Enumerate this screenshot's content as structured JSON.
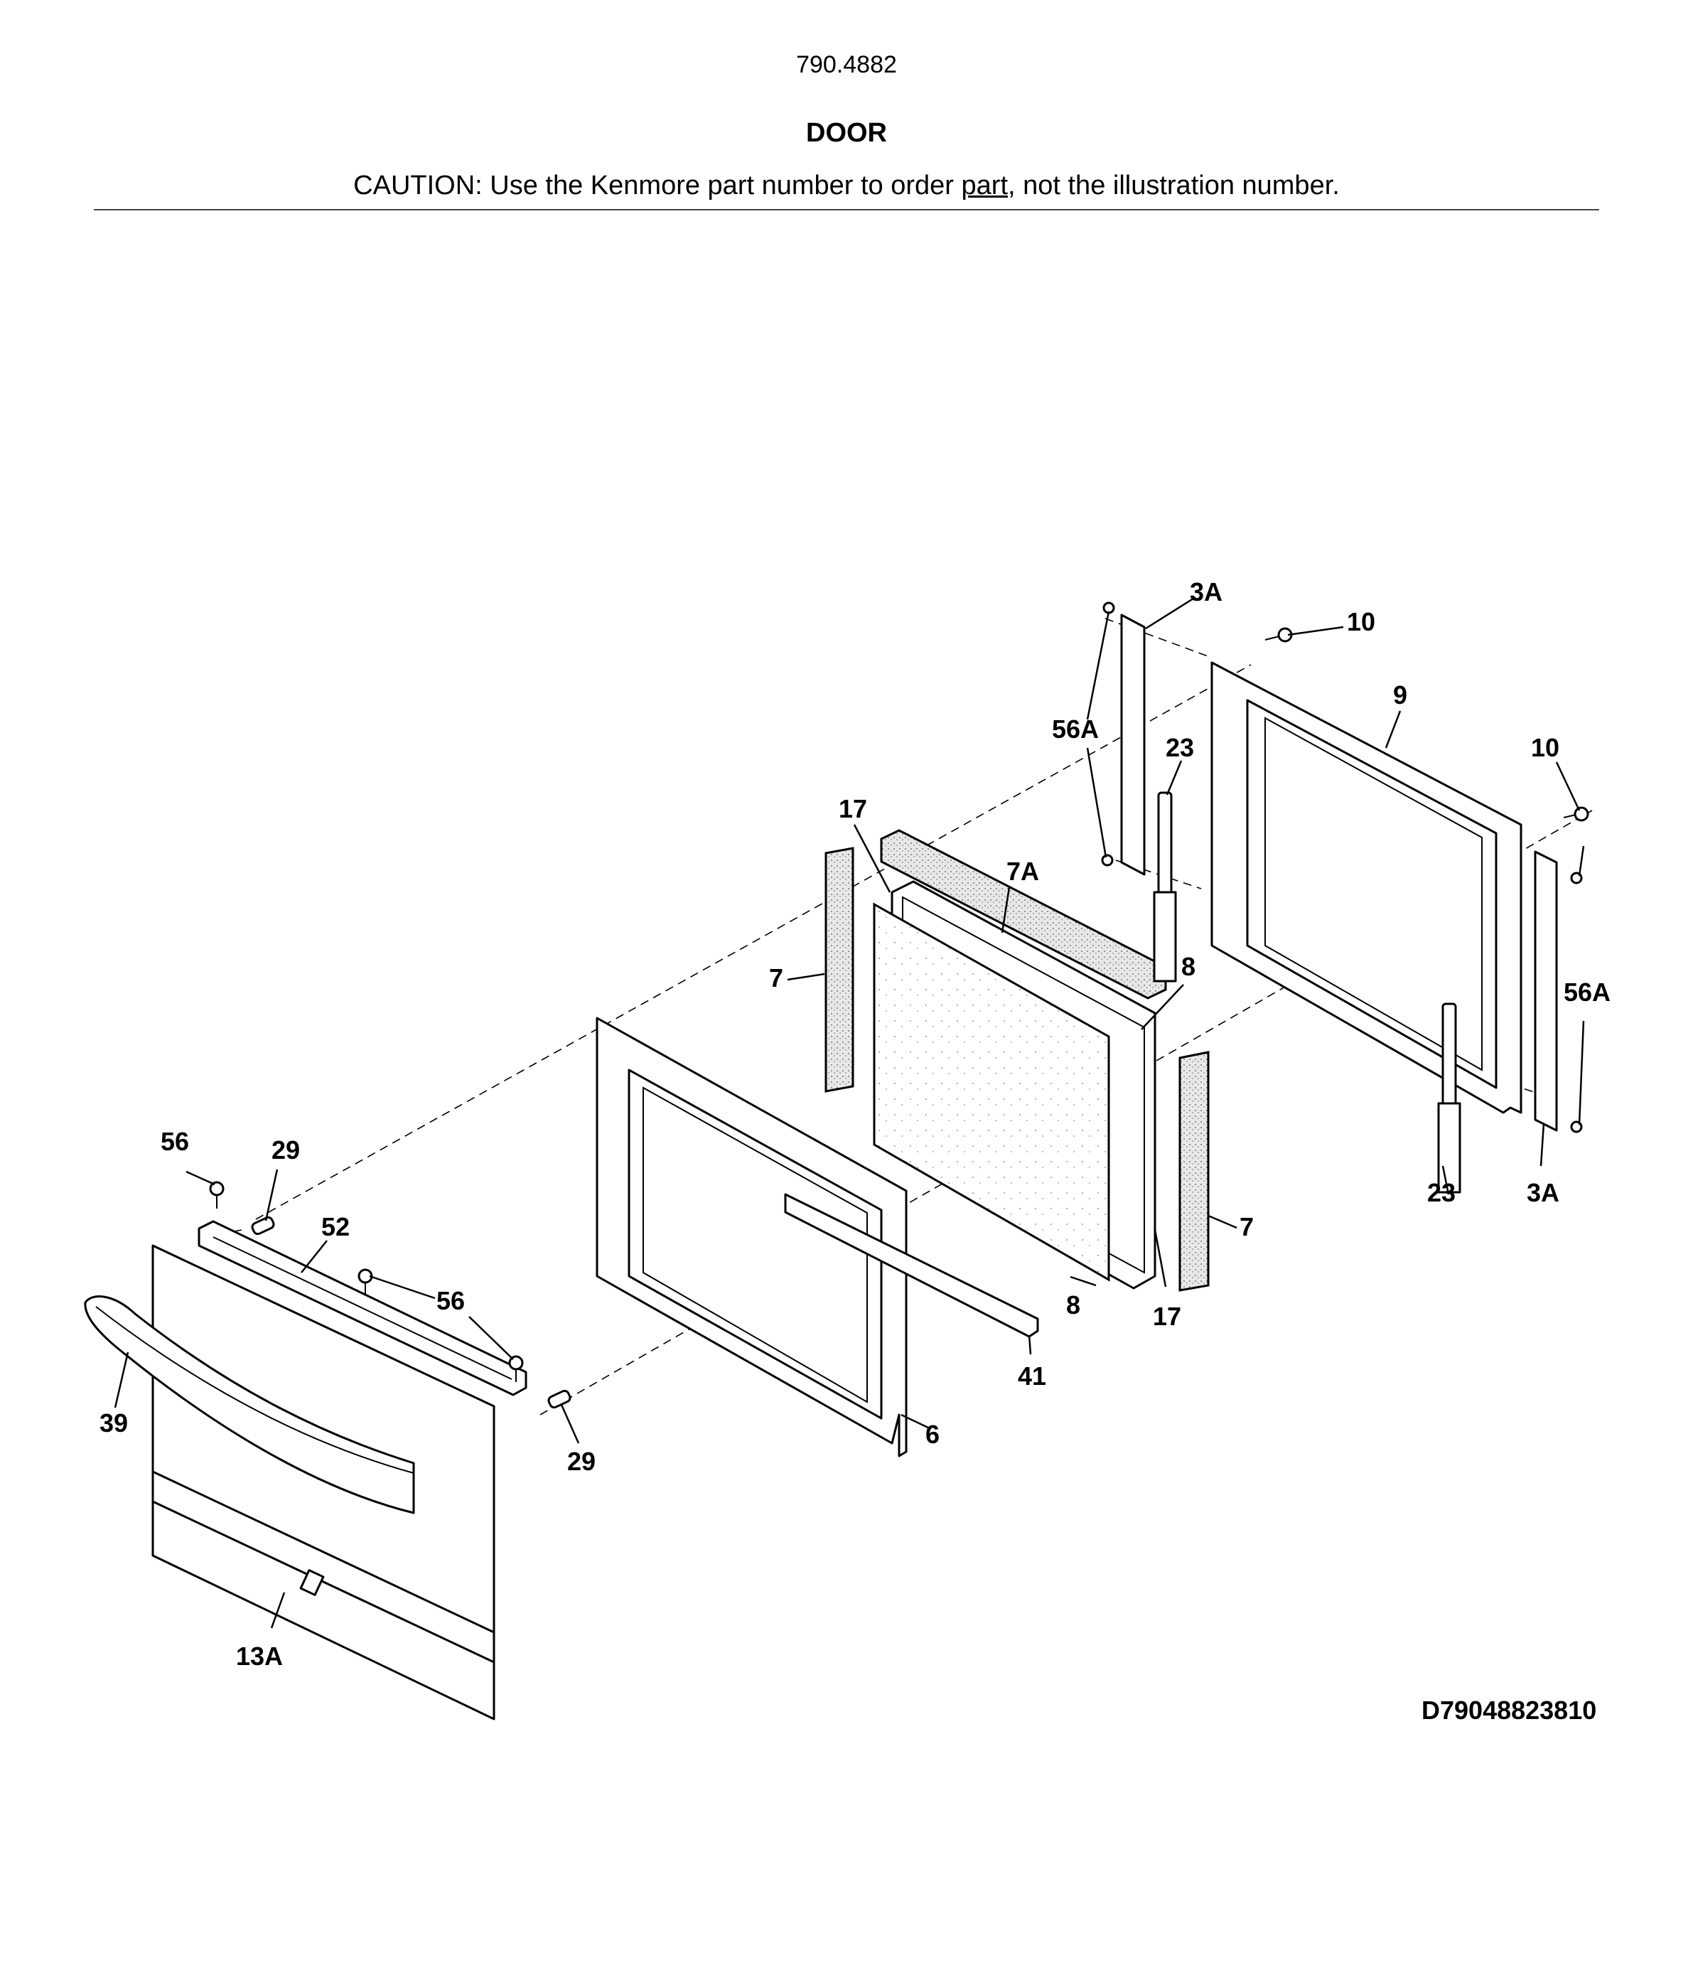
{
  "header": {
    "model_number": "790.4882",
    "title": "DOOR",
    "caution_prefix": "CAUTION: Use the Kenmore part number to order ",
    "caution_link": "part",
    "caution_suffix": ", not the illustration number."
  },
  "document_id": "D79048823810",
  "callouts": {
    "c3a_top": "3A",
    "c10_top": "10",
    "c9": "9",
    "c56a_left": "56A",
    "c23_top": "23",
    "c10_right": "10",
    "c17_top": "17",
    "c7a": "7A",
    "c7_left": "7",
    "c8_top": "8",
    "c56a_right": "56A",
    "c56_left": "56",
    "c29_top": "29",
    "c52": "52",
    "c56_mid": "56",
    "c39": "39",
    "c29_bottom": "29",
    "c6": "6",
    "c41": "41",
    "c8_bottom": "8",
    "c17_bottom": "17",
    "c7_right": "7",
    "c23_bottom": "23",
    "c3a_bottom": "3A",
    "c13a": "13A"
  }
}
